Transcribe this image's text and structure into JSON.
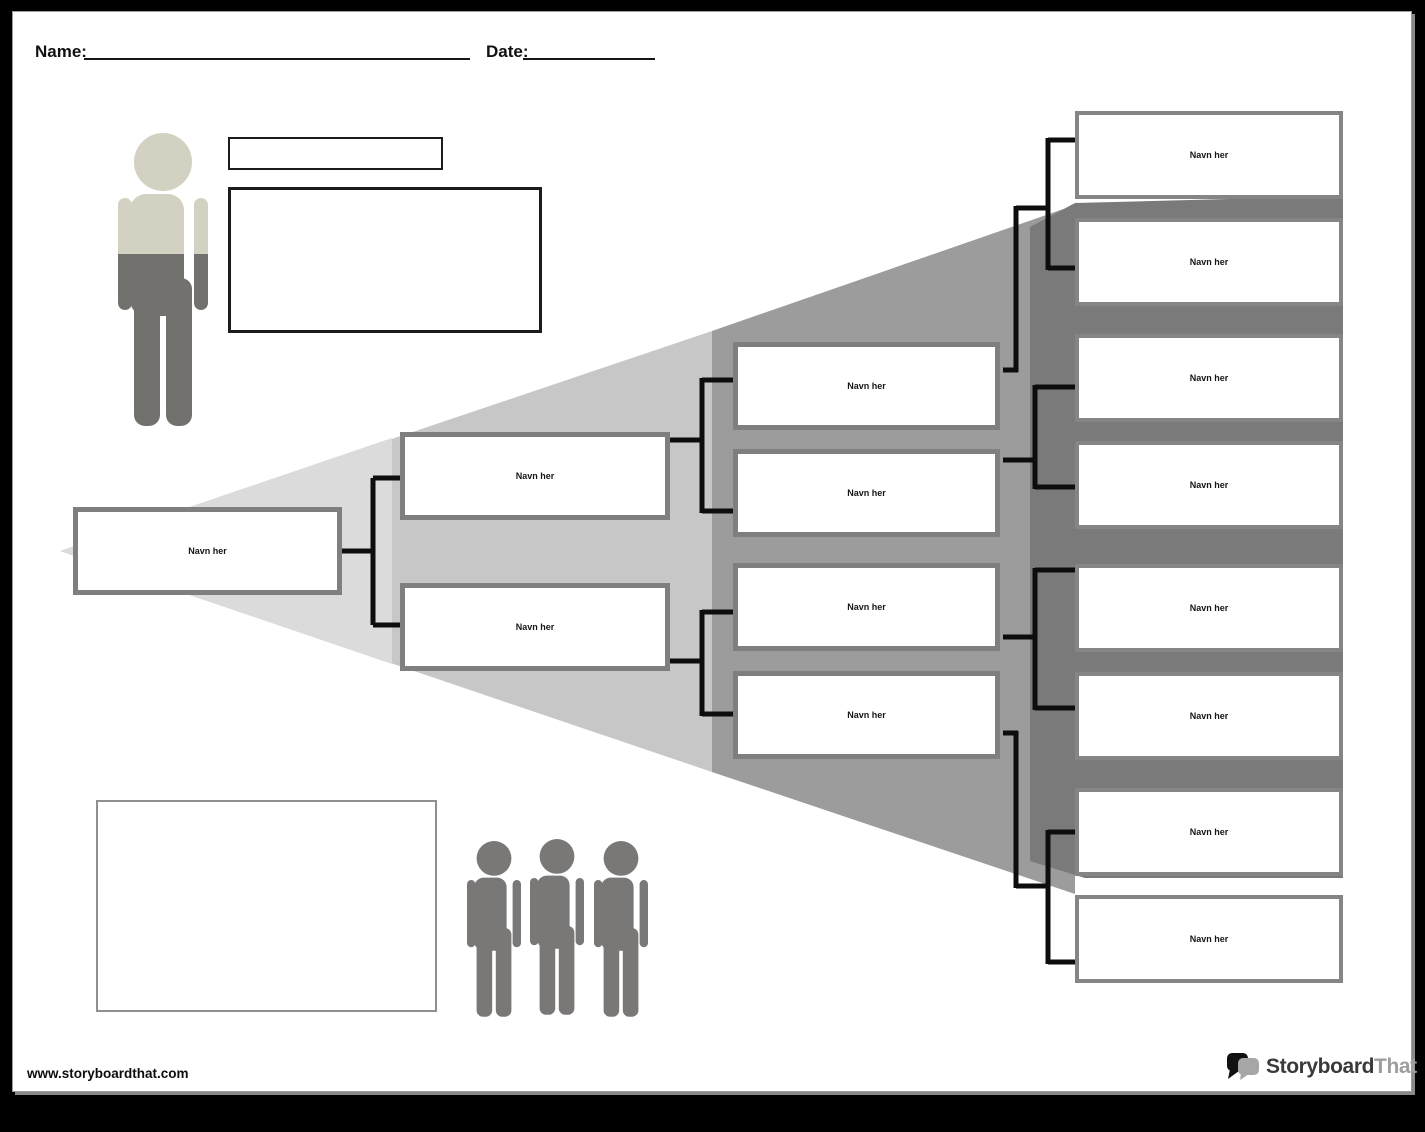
{
  "header": {
    "name_label": "Name:",
    "date_label": "Date:"
  },
  "tree": {
    "placeholder": "Navn her",
    "gen1": [
      {
        "label": "Navn her"
      }
    ],
    "gen2": [
      {
        "label": "Navn her"
      },
      {
        "label": "Navn her"
      }
    ],
    "gen3": [
      {
        "label": "Navn her"
      },
      {
        "label": "Navn her"
      },
      {
        "label": "Navn her"
      },
      {
        "label": "Navn her"
      }
    ],
    "gen4": [
      {
        "label": "Navn her"
      },
      {
        "label": "Navn her"
      },
      {
        "label": "Navn her"
      },
      {
        "label": "Navn her"
      },
      {
        "label": "Navn her"
      },
      {
        "label": "Navn her"
      },
      {
        "label": "Navn her"
      },
      {
        "label": "Navn her"
      }
    ]
  },
  "icons": {
    "top_left": "person-icon",
    "bottom_group": "three-people-icon",
    "logo": "speech-bubbles-icon"
  },
  "footer": {
    "website": "www.storyboardthat.com",
    "logo_primary": "Storyboard",
    "logo_secondary": "That"
  },
  "colors": {
    "fan_gen2_light": "#dbdbdb",
    "fan_gen2": "#c7c7c7",
    "fan_gen3": "#9c9c9c",
    "fan_gen4": "#7a7a7a",
    "box_border": "#7f7f7f",
    "connector": "#0d0d0d",
    "person_beige": "#d3d1c2",
    "person_gray": "#73716e"
  }
}
